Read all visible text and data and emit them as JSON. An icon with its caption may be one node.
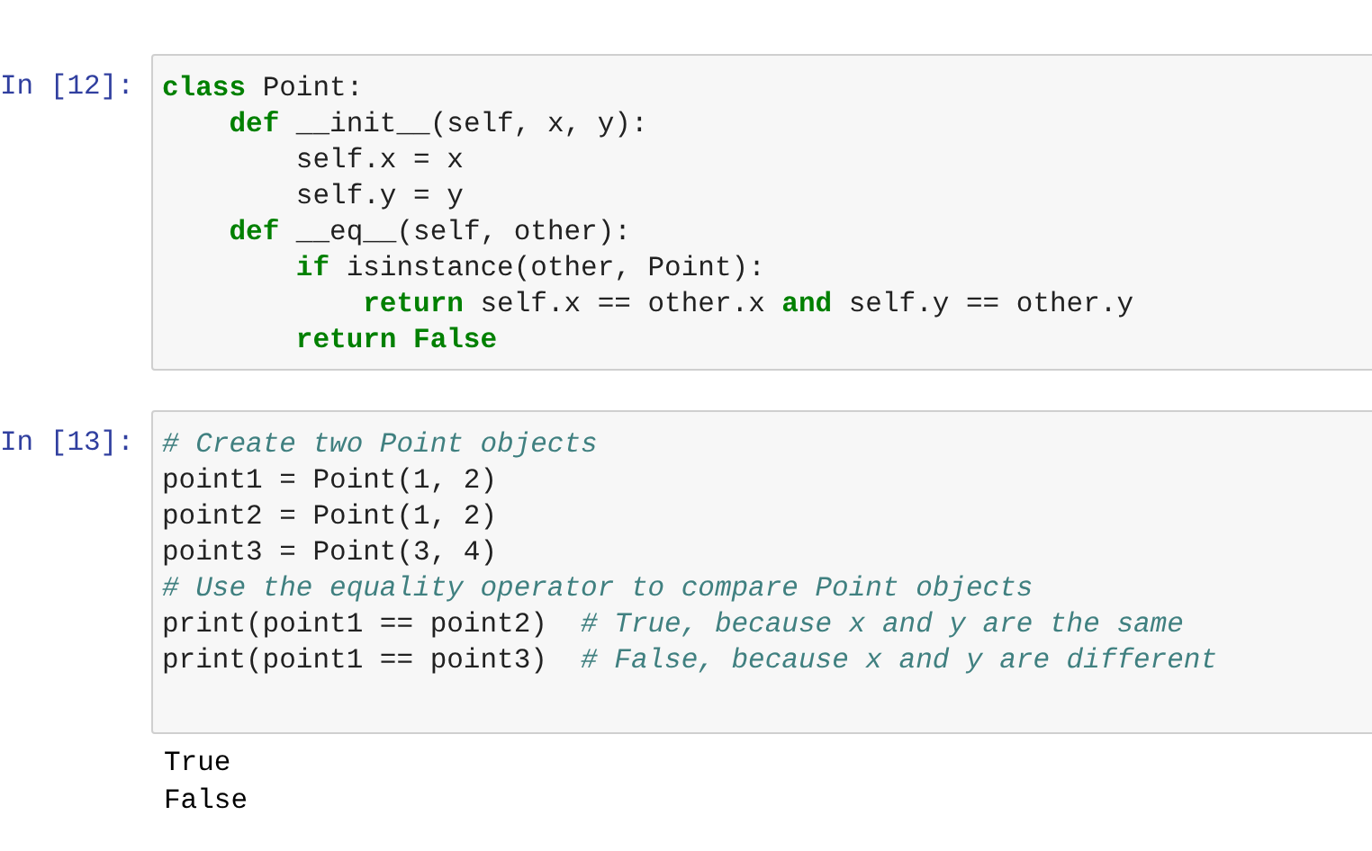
{
  "diagram": {
    "nodes": [
      {
        "text": [
          "**class** Point:",
          "    **def** __init__(self, x, y):",
          "        self.x = x",
          "        self.y = y",
          "    **def** __eq__(self, other):",
          "        **if** isinstance(other, Point):",
          "            **return** self.x == other.x **and** self.y == other.y",
          "        **return False**"
        ],
        "beside": [
          "In [12]:"
        ]
      },
      {
        "text": [
          "*# Create two Point objects*",
          "point1 = Point(1, 2)",
          "point2 = Point(1, 2)",
          "point3 = Point(3, 4)",
          "*# Use the equality operator to compare Point objects*",
          "print(point1 == point2)  *# True, because x and y are the same*",
          "print(point1 == point3)  *# False, because x and y are different*"
        ],
        "beside": [
          "In [13]:"
        ]
      }
    ],
    "labels": [
      "True",
      "False"
    ]
  }
}
